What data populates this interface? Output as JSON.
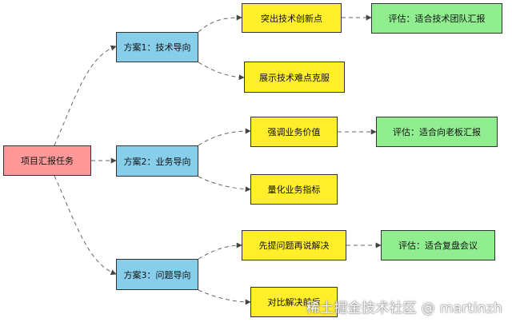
{
  "root": {
    "label": "项目汇报任务"
  },
  "plans": [
    {
      "label": "方案1：技术导向"
    },
    {
      "label": "方案2：业务导向"
    },
    {
      "label": "方案3：问题导向"
    }
  ],
  "points": [
    {
      "label": "突出技术创新点"
    },
    {
      "label": "展示技术难点克服"
    },
    {
      "label": "强调业务价值"
    },
    {
      "label": "量化业务指标"
    },
    {
      "label": "先提问题再说解决"
    },
    {
      "label": "对比解决前后"
    }
  ],
  "evals": [
    {
      "label": "评估：适合技术团队汇报"
    },
    {
      "label": "评估：适合向老板汇报"
    },
    {
      "label": "评估：适合复盘会议"
    }
  ],
  "watermark": "稀土掘金技术社区 @ martinzh",
  "colors": {
    "root": "#ff9999",
    "plan": "#87ceeb",
    "point": "#ffee2a",
    "eval": "#90ee90",
    "edge": "#666666"
  }
}
